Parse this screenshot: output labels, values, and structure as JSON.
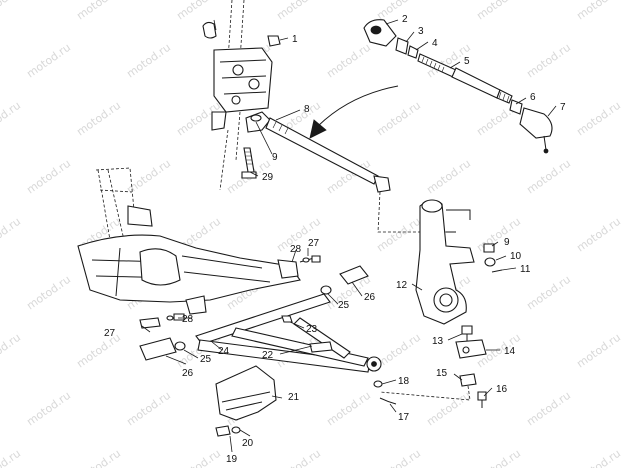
{
  "watermark": {
    "text": "motod.ru"
  },
  "callouts": [
    {
      "id": "c1",
      "label": "1"
    },
    {
      "id": "c2",
      "label": "2"
    },
    {
      "id": "c3",
      "label": "3"
    },
    {
      "id": "c4",
      "label": "4"
    },
    {
      "id": "c5",
      "label": "5"
    },
    {
      "id": "c6",
      "label": "6"
    },
    {
      "id": "c7",
      "label": "7"
    },
    {
      "id": "c8",
      "label": "8"
    },
    {
      "id": "c9a",
      "label": "9"
    },
    {
      "id": "c9b",
      "label": "9"
    },
    {
      "id": "c10",
      "label": "10"
    },
    {
      "id": "c11",
      "label": "11"
    },
    {
      "id": "c12",
      "label": "12"
    },
    {
      "id": "c13",
      "label": "13"
    },
    {
      "id": "c14",
      "label": "14"
    },
    {
      "id": "c15",
      "label": "15"
    },
    {
      "id": "c16",
      "label": "16"
    },
    {
      "id": "c17",
      "label": "17"
    },
    {
      "id": "c18",
      "label": "18"
    },
    {
      "id": "c19",
      "label": "19"
    },
    {
      "id": "c20",
      "label": "20"
    },
    {
      "id": "c21",
      "label": "21"
    },
    {
      "id": "c22",
      "label": "22"
    },
    {
      "id": "c23",
      "label": "23"
    },
    {
      "id": "c24",
      "label": "24"
    },
    {
      "id": "c25a",
      "label": "25"
    },
    {
      "id": "c25b",
      "label": "25"
    },
    {
      "id": "c26a",
      "label": "26"
    },
    {
      "id": "c26b",
      "label": "26"
    },
    {
      "id": "c27a",
      "label": "27"
    },
    {
      "id": "c27b",
      "label": "27"
    },
    {
      "id": "c28a",
      "label": "28"
    },
    {
      "id": "c28b",
      "label": "28"
    },
    {
      "id": "c29",
      "label": "29"
    }
  ],
  "colors": {
    "ink": "#1a1a1a",
    "watermark": "#d8d8d8",
    "background": "#ffffff"
  }
}
